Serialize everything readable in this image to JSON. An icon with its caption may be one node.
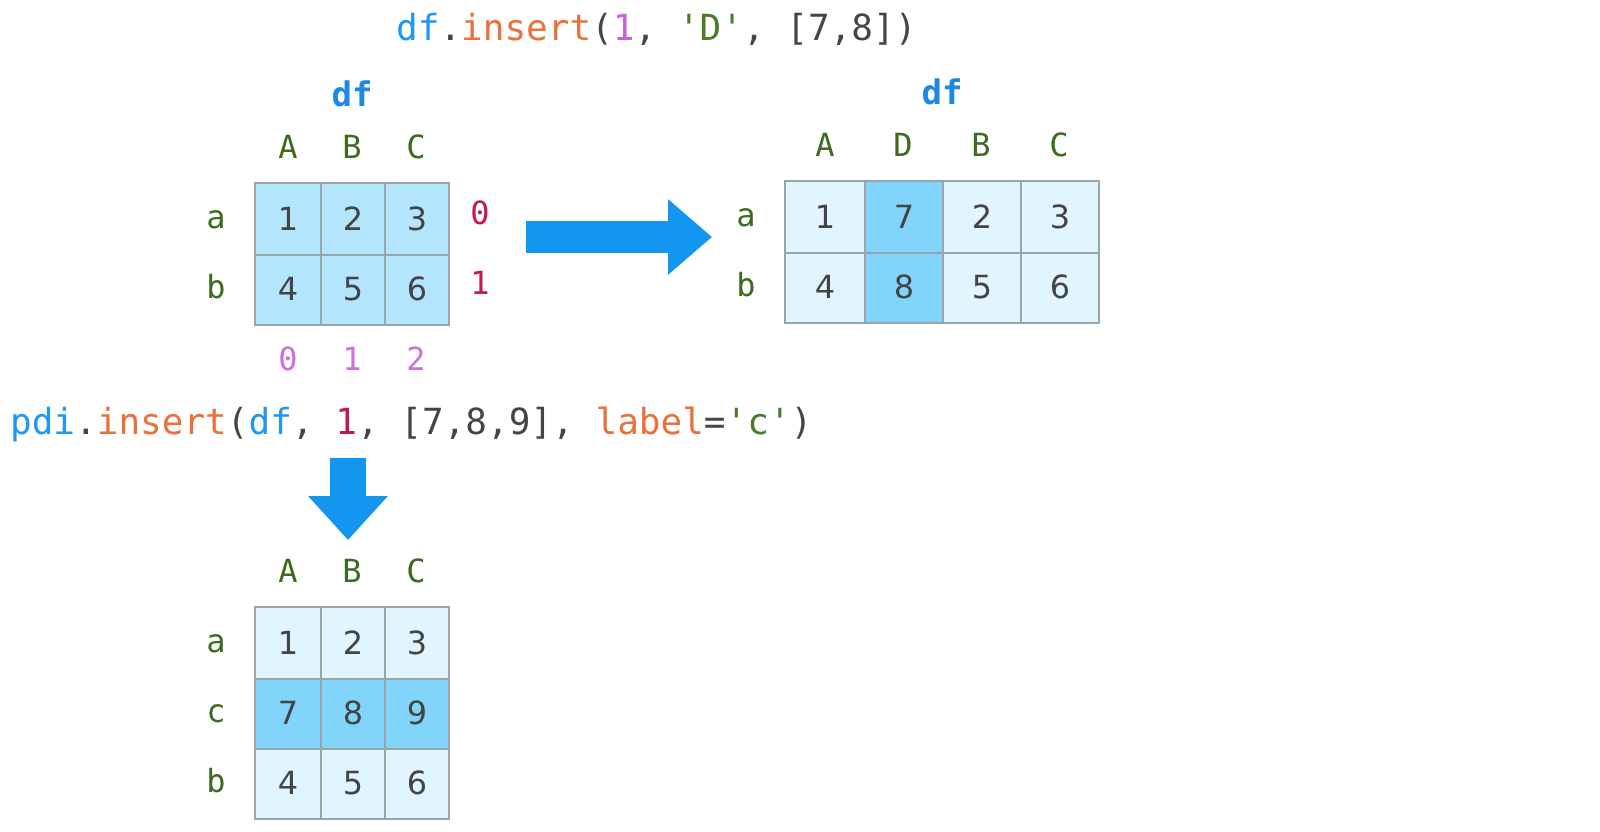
{
  "diagram": {
    "nodes": [
      {
        "text": [
          "1",
          "2",
          "3",
          "4",
          "5",
          "6"
        ],
        "beside": [
          "df",
          "A",
          "B",
          "C",
          "a",
          "b",
          "0",
          "1",
          "0",
          "1",
          "2"
        ]
      },
      {
        "text": [
          "1",
          "7",
          "2",
          "3",
          "4",
          "8",
          "5",
          "6"
        ],
        "beside": [
          "df",
          "A",
          "D",
          "B",
          "C",
          "a",
          "b"
        ]
      },
      {
        "text": [
          "pdi.insert(df, 1, [7,8,9], label='c')"
        ]
      },
      {
        "text": [
          "1",
          "2",
          "3",
          "7",
          "8",
          "9",
          "4",
          "5",
          "6"
        ],
        "beside": [
          "A",
          "B",
          "C",
          "a",
          "c",
          "b"
        ]
      }
    ],
    "edges": [
      {
        "from": 0,
        "to": 1,
        "arrow": "to",
        "style": "thick"
      },
      {
        "from": 2,
        "to": 3,
        "arrow": "to",
        "style": "thick"
      }
    ],
    "labels": [
      "df.insert(1, 'D', [7,8])"
    ]
  }
}
